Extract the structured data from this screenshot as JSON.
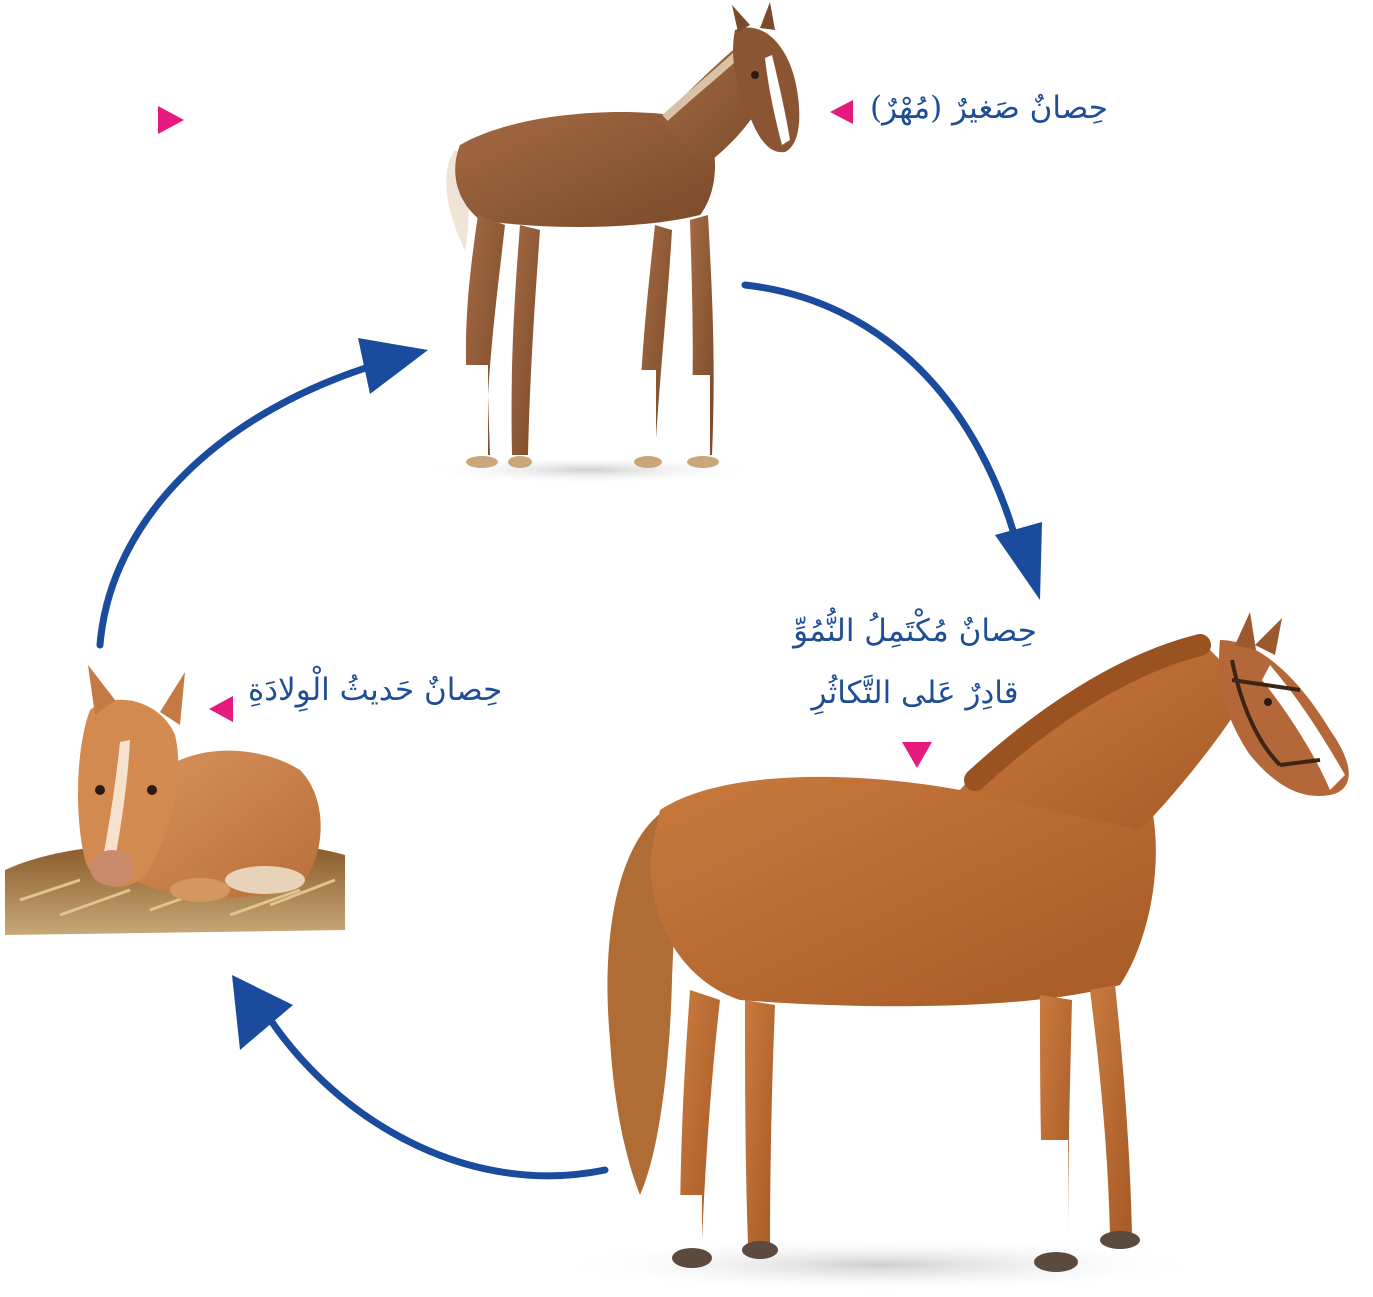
{
  "diagram": {
    "title": "",
    "stages": [
      {
        "id": "newborn",
        "label": "حِصانٌ حَديثُ الْوِلادَةِ"
      },
      {
        "id": "young",
        "label": "حِصانٌ صَغيرٌ (مُهْرٌ)"
      },
      {
        "id": "adult",
        "label_line1": "حِصانٌ مُكْتَمِلُ النُّمُوِّ",
        "label_line2": "قادِرٌ عَلى التَّكاثُرِ"
      }
    ],
    "cycle_order": [
      "newborn",
      "young",
      "adult"
    ],
    "colors": {
      "arrow": "#1a4b9c",
      "marker": "#e6197e",
      "label_text": "#1f4e96"
    }
  }
}
